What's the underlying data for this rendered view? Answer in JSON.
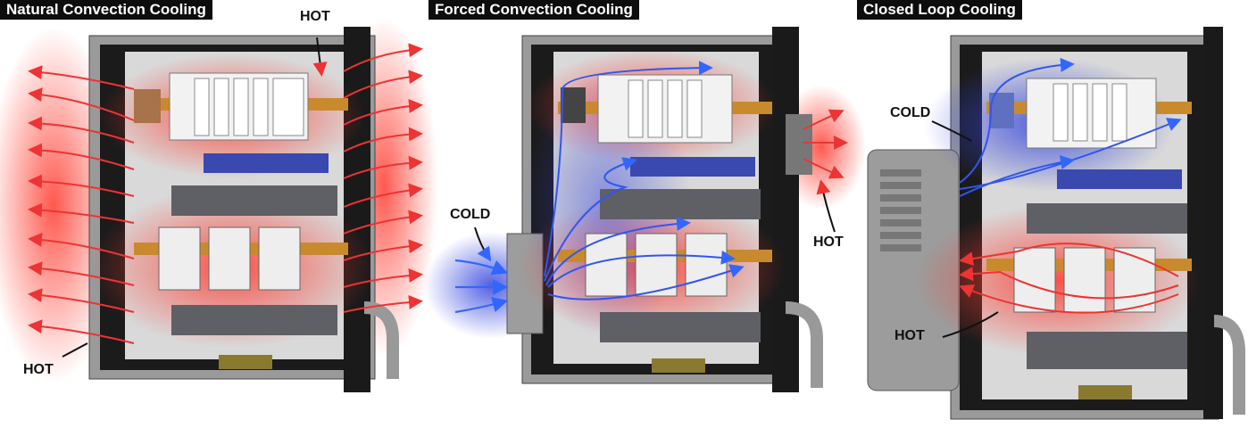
{
  "panels": [
    {
      "title": "Natural Convection Cooling",
      "labels": {
        "hot_top": "HOT",
        "hot_bottom": "HOT"
      }
    },
    {
      "title": "Forced Convection Cooling",
      "labels": {
        "cold": "COLD",
        "hot": "HOT"
      }
    },
    {
      "title": "Closed Loop Cooling",
      "labels": {
        "cold": "COLD",
        "hot": "HOT"
      }
    }
  ],
  "colors": {
    "hot": "#ff3b2f",
    "cold": "#3344dd",
    "enclosure": "#b7b7b7",
    "frame": "#1a1a1a"
  },
  "icons": [
    "enclosure",
    "plc-rack",
    "terminal-block",
    "vfd-drive",
    "din-rail",
    "ground-bar",
    "conduit-pipe",
    "fan-unit",
    "air-conditioner",
    "airflow-arrow"
  ]
}
